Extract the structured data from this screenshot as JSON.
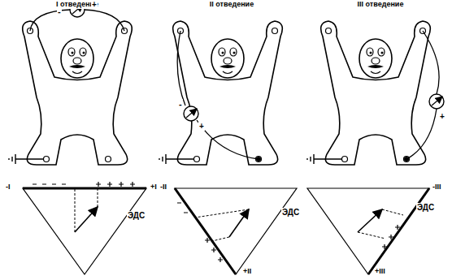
{
  "diagram": {
    "labels": [
      "I отведение",
      "II отведение",
      "III отведение",
      "-",
      "+",
      "-",
      "+",
      "+",
      "-I",
      "+I",
      "ЭДС",
      "-II",
      "+II",
      "ЭДС",
      "-III",
      "+III",
      "ЭДС"
    ]
  }
}
